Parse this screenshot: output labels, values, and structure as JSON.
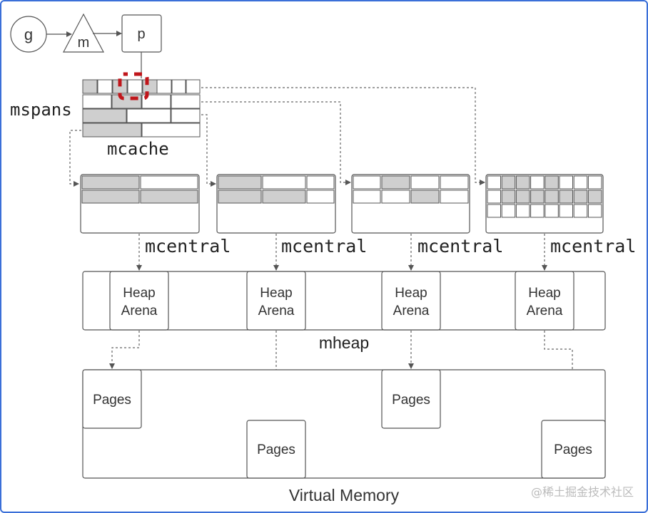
{
  "nodes": {
    "g": "g",
    "m": "m",
    "p": "p"
  },
  "labels": {
    "mspans": "mspans",
    "mcache": "mcache",
    "mcentral": [
      "mcentral",
      "mcentral",
      "mcentral",
      "mcentral"
    ],
    "heap_arena": [
      {
        "line1": "Heap",
        "line2": "Arena"
      },
      {
        "line1": "Heap",
        "line2": "Arena"
      },
      {
        "line1": "Heap",
        "line2": "Arena"
      },
      {
        "line1": "Heap",
        "line2": "Arena"
      }
    ],
    "mheap": "mheap",
    "pages": [
      "Pages",
      "Pages",
      "Pages",
      "Pages"
    ],
    "virtual_memory": "Virtual Memory"
  },
  "watermark": "@稀土掘金技术社区",
  "colors": {
    "frame_border": "#3a6fd8",
    "highlight": "#c0161b",
    "filled_cell": "#cfcfcf"
  }
}
